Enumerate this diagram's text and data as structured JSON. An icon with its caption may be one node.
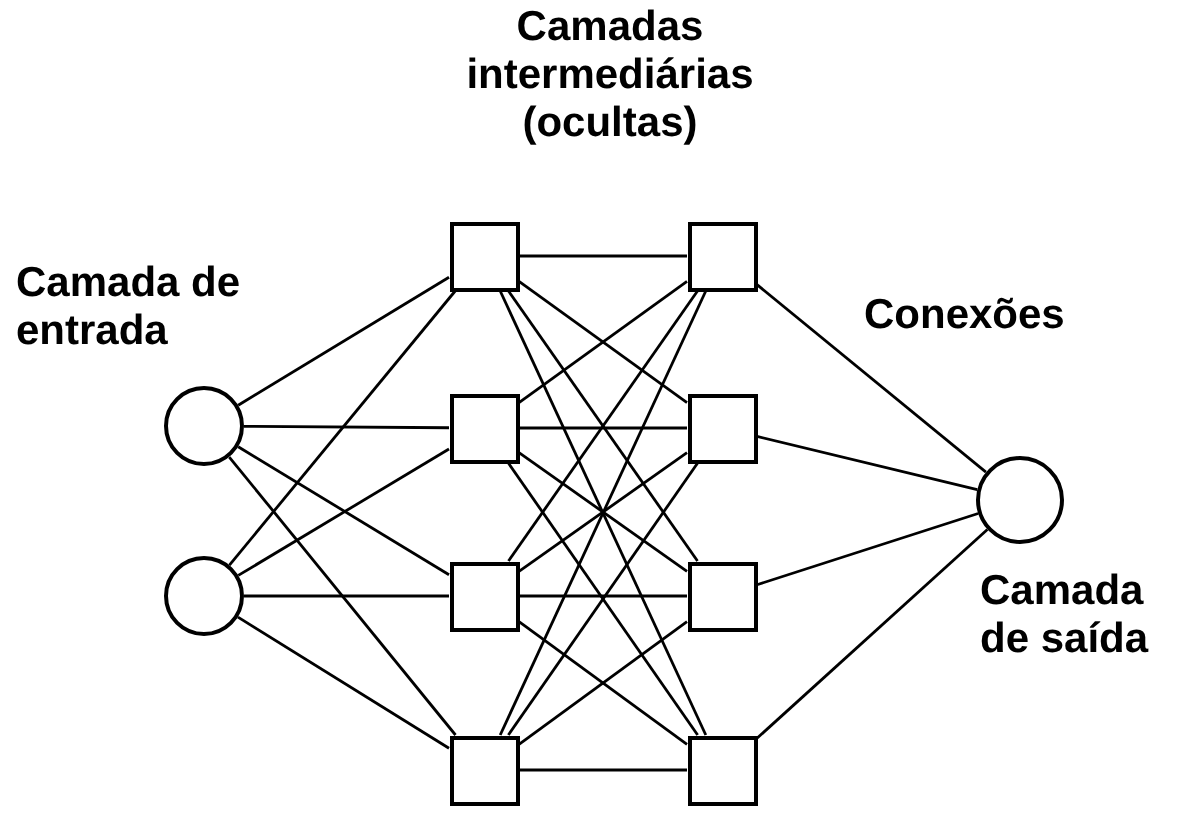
{
  "diagram": {
    "nodes": [
      {
        "text": [],
        "shape": "circle"
      },
      {
        "text": [],
        "shape": "circle"
      },
      {
        "text": [],
        "shape": "box"
      },
      {
        "text": [],
        "shape": "box"
      },
      {
        "text": [],
        "shape": "box"
      },
      {
        "text": [],
        "shape": "box"
      },
      {
        "text": [],
        "shape": "box"
      },
      {
        "text": [],
        "shape": "box"
      },
      {
        "text": [],
        "shape": "box"
      },
      {
        "text": [],
        "shape": "box"
      },
      {
        "text": [],
        "shape": "circle"
      }
    ],
    "edges": [
      {
        "from": 0,
        "to": 2,
        "arrow": "none"
      },
      {
        "from": 0,
        "to": 3,
        "arrow": "none"
      },
      {
        "from": 0,
        "to": 4,
        "arrow": "none"
      },
      {
        "from": 0,
        "to": 5,
        "arrow": "none"
      },
      {
        "from": 1,
        "to": 2,
        "arrow": "none"
      },
      {
        "from": 1,
        "to": 3,
        "arrow": "none"
      },
      {
        "from": 1,
        "to": 4,
        "arrow": "none"
      },
      {
        "from": 1,
        "to": 5,
        "arrow": "none"
      },
      {
        "from": 2,
        "to": 6,
        "arrow": "none"
      },
      {
        "from": 2,
        "to": 7,
        "arrow": "none"
      },
      {
        "from": 2,
        "to": 8,
        "arrow": "none"
      },
      {
        "from": 2,
        "to": 9,
        "arrow": "none"
      },
      {
        "from": 3,
        "to": 6,
        "arrow": "none"
      },
      {
        "from": 3,
        "to": 7,
        "arrow": "none"
      },
      {
        "from": 3,
        "to": 8,
        "arrow": "none"
      },
      {
        "from": 3,
        "to": 9,
        "arrow": "none"
      },
      {
        "from": 4,
        "to": 6,
        "arrow": "none"
      },
      {
        "from": 4,
        "to": 7,
        "arrow": "none"
      },
      {
        "from": 4,
        "to": 8,
        "arrow": "none"
      },
      {
        "from": 4,
        "to": 9,
        "arrow": "none"
      },
      {
        "from": 5,
        "to": 6,
        "arrow": "none"
      },
      {
        "from": 5,
        "to": 7,
        "arrow": "none"
      },
      {
        "from": 5,
        "to": 8,
        "arrow": "none"
      },
      {
        "from": 5,
        "to": 9,
        "arrow": "none"
      },
      {
        "from": 6,
        "to": 10,
        "arrow": "none"
      },
      {
        "from": 7,
        "to": 10,
        "arrow": "none"
      },
      {
        "from": 8,
        "to": 10,
        "arrow": "none"
      },
      {
        "from": 9,
        "to": 10,
        "arrow": "none"
      }
    ],
    "labels": [
      "Camadas intermediárias (ocultas)",
      "Camada de entrada",
      "Conexões",
      "Camada de saída"
    ]
  }
}
